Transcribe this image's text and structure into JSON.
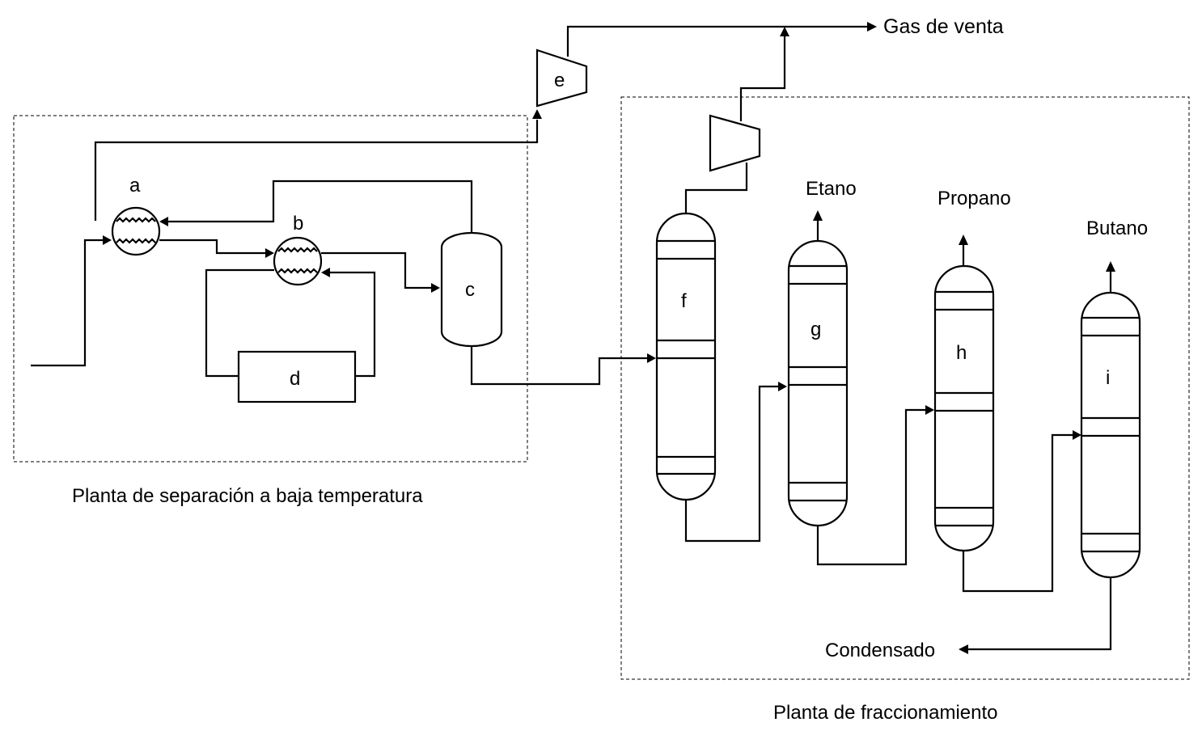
{
  "labels": {
    "a": "a",
    "b": "b",
    "c": "c",
    "d": "d",
    "e": "e",
    "f": "f",
    "g": "g",
    "h": "h",
    "i": "i"
  },
  "streams": {
    "gas_venta": "Gas de venta",
    "etano": "Etano",
    "propano": "Propano",
    "butano": "Butano",
    "condensado": "Condensado"
  },
  "sections": {
    "low_temp": "Planta de separación a baja temperatura",
    "fractionation": "Planta de fraccionamiento"
  }
}
